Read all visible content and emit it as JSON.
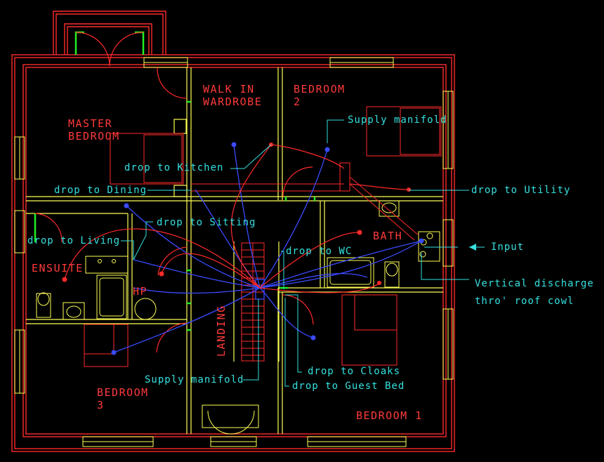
{
  "rooms": {
    "master_bedroom": [
      "MASTER",
      "BEDROOM"
    ],
    "walk_in_wardrobe": [
      "WALK IN",
      "WARDROBE"
    ],
    "bedroom_2": [
      "BEDROOM",
      "2"
    ],
    "ensuite": "ENSUITE",
    "hp": "HP",
    "bath": "BATH",
    "landing": "LANDING",
    "bedroom_3": [
      "BEDROOM",
      "3"
    ],
    "bedroom_1": "BEDROOM 1"
  },
  "annotations": {
    "supply_manifold_top": "Supply manifold",
    "drop_kitchen": "drop to Kitchen",
    "drop_dining": "drop to Dining",
    "drop_utility": "drop to Utility",
    "drop_sitting": "drop to Sitting",
    "drop_living": "drop to Living",
    "drop_wc": "drop to WC",
    "input": "Input",
    "vertical_discharge": [
      "Vertical discharge",
      "thro' roof cowl"
    ],
    "drop_cloaks": "drop to Cloaks",
    "drop_guest_bed": "drop to Guest Bed",
    "supply_manifold_bottom": "Supply manifold"
  },
  "colors": {
    "background": "#000000",
    "walls": "#ff2a2a",
    "fixtures": "#ffff55",
    "doors_green": "#22ee22",
    "text_room": "#ff3b3b",
    "text_note": "#35e0e0",
    "supply_ducts": "#3a4bff",
    "extract_ducts": "#ff2a2a"
  }
}
